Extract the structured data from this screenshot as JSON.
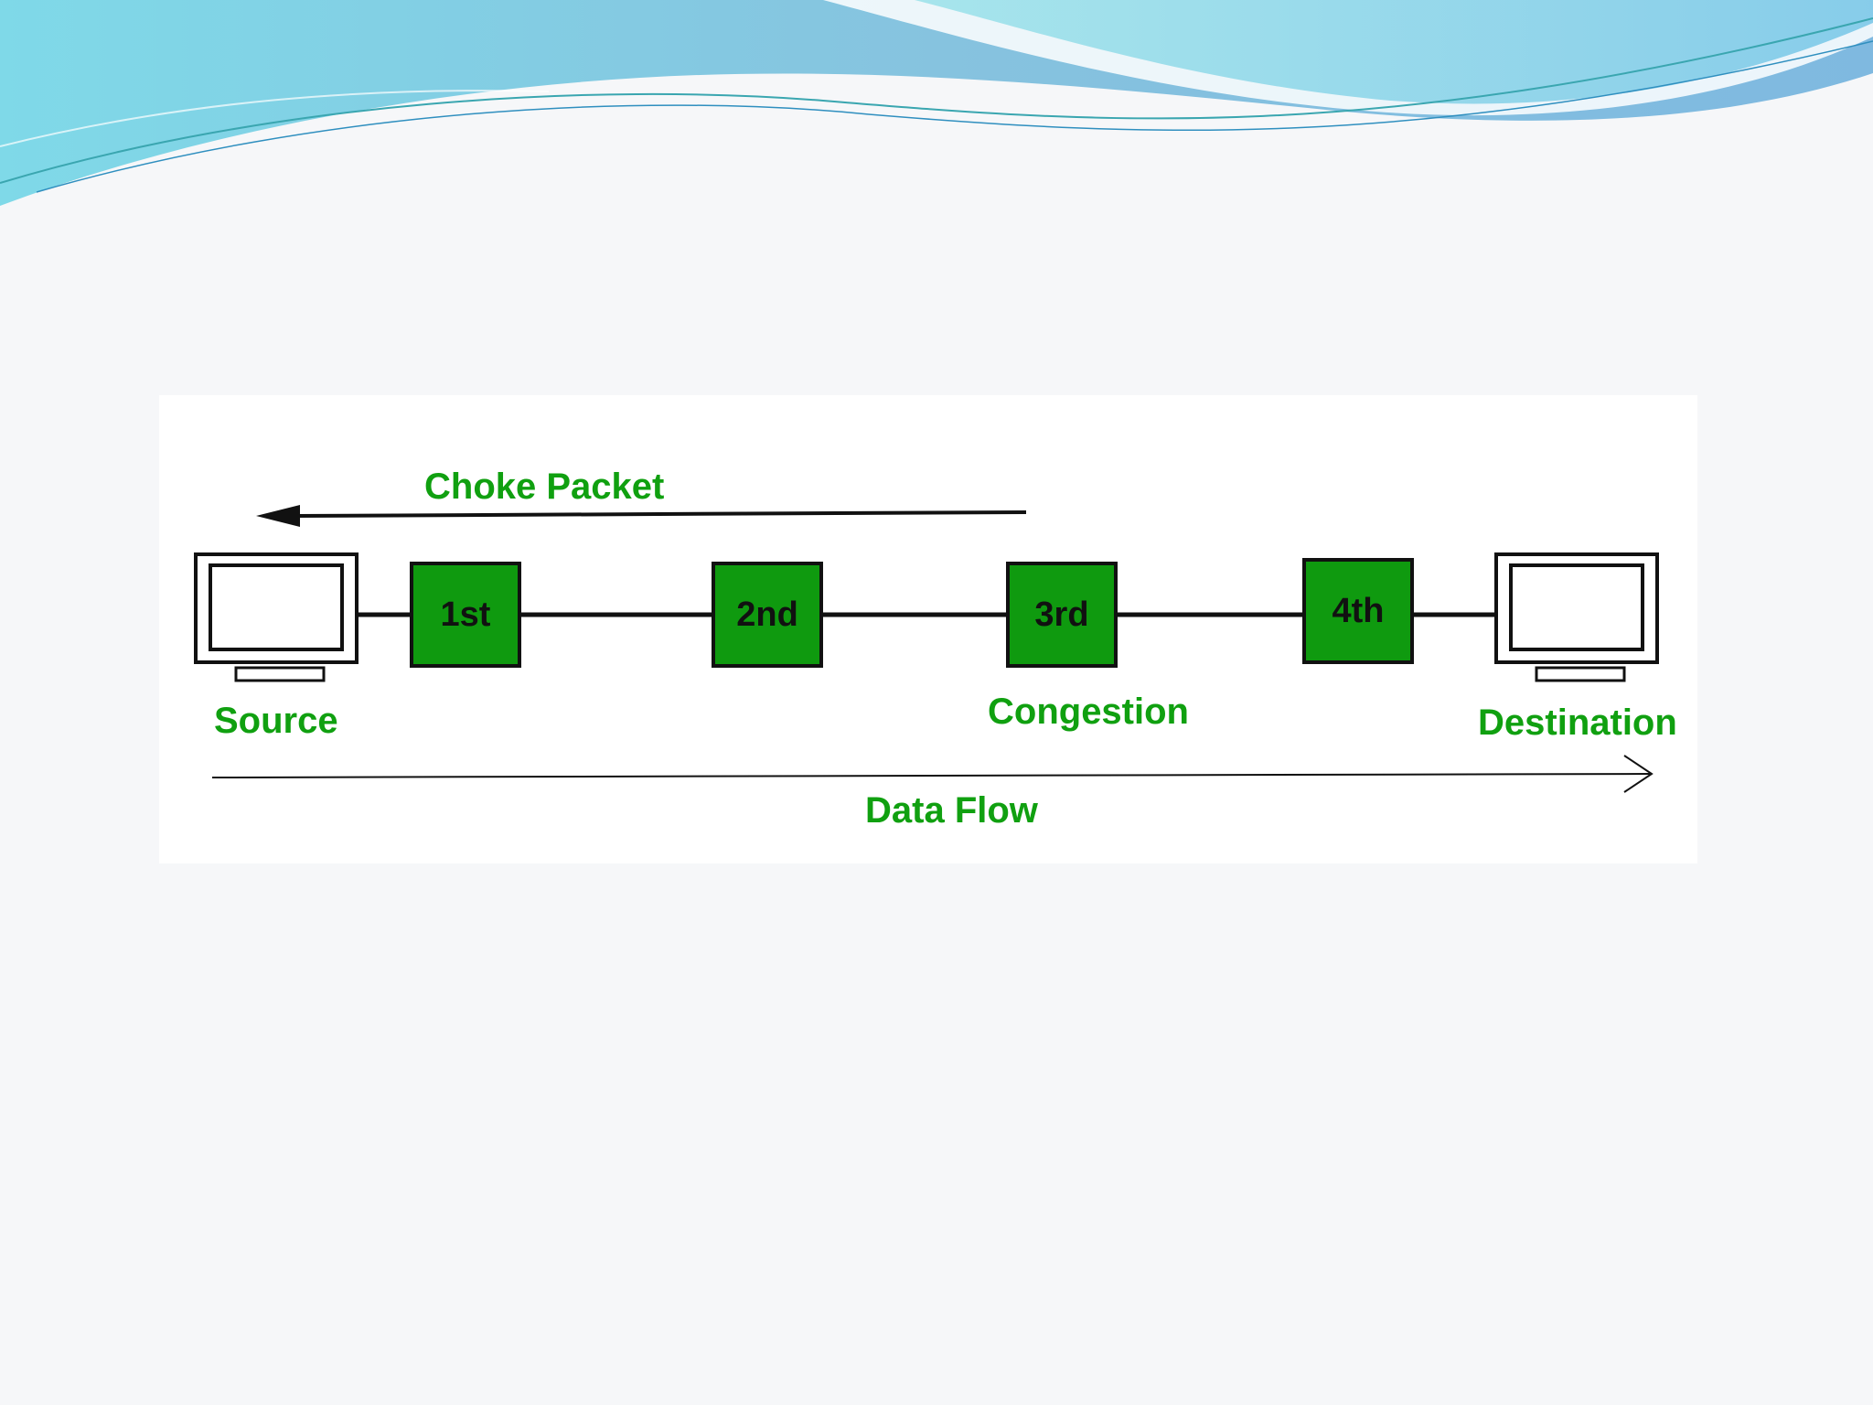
{
  "diagram": {
    "choke_label": "Choke Packet",
    "routers": [
      {
        "label": "1st"
      },
      {
        "label": "2nd"
      },
      {
        "label": "3rd"
      },
      {
        "label": "4th"
      }
    ],
    "source_label": "Source",
    "destination_label": "Destination",
    "congestion_label": "Congestion",
    "flow_label": "Data Flow"
  },
  "colors": {
    "label_green": "#10a010",
    "router_fill": "#0f9a0f",
    "line_black": "#111111",
    "header_teal": "#7fd4e4",
    "header_blue": "#7fb8dc"
  },
  "icons": {
    "source": "monitor-icon",
    "destination": "monitor-icon",
    "choke_arrow": "arrow-left-icon",
    "flow_arrow": "arrow-right-icon"
  }
}
